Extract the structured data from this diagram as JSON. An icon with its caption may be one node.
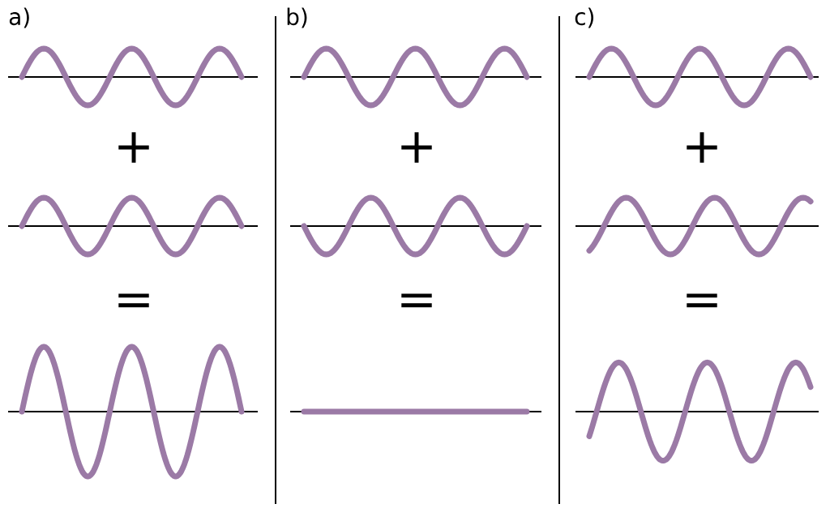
{
  "diagram": {
    "labels": [
      "a)",
      "b)",
      "c)",
      "+",
      "+",
      "+",
      "=",
      "=",
      "="
    ]
  }
}
